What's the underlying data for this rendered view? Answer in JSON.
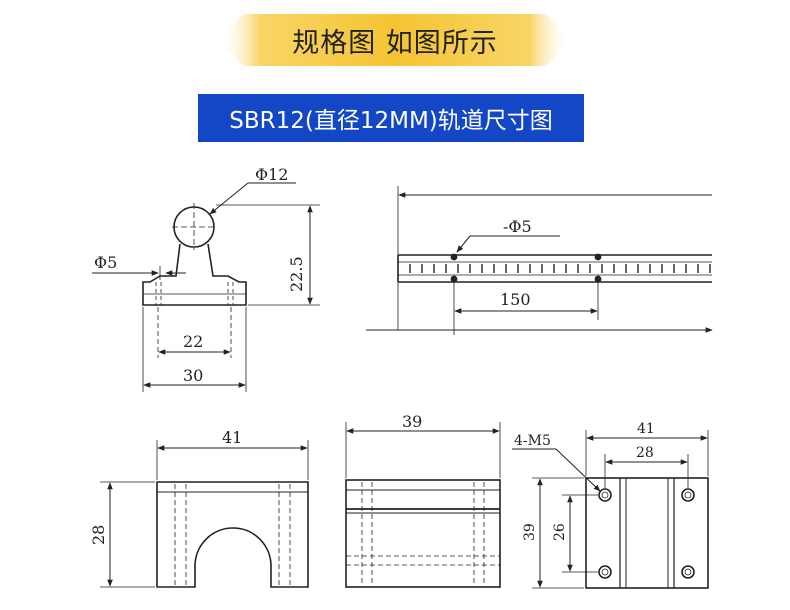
{
  "header": {
    "title": "规格图 如图所示",
    "subtitle": "SBR12(直径12MM)轨道尺寸图",
    "banner_color": "#f5c433",
    "subtitle_bg": "#1447c6"
  },
  "rail_profile": {
    "phi12": "Φ12",
    "phi5": "Φ5",
    "h22_5": "22.5",
    "w22": "22",
    "w30": "30"
  },
  "rail_side": {
    "hole": "-Φ5",
    "pitch": "150"
  },
  "block_front": {
    "w41": "41",
    "h28": "28"
  },
  "block_side": {
    "w39": "39"
  },
  "block_top": {
    "tap": "4-M5",
    "w41": "41",
    "w28": "28",
    "h39": "39",
    "h26": "26"
  }
}
